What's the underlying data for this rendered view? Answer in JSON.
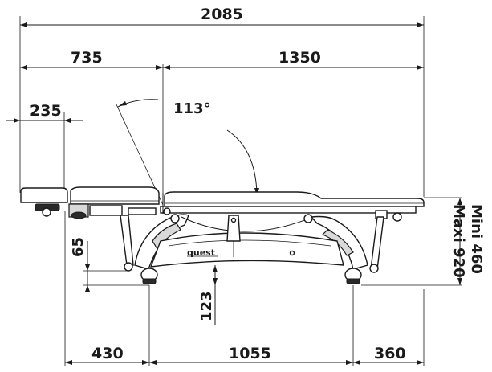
{
  "dimensions": {
    "total_length": "2085",
    "head_section": "735",
    "main_section": "1350",
    "headrest": "235",
    "angle": "113°",
    "foot_clearance": "65",
    "ground_clearance": "123",
    "left_overhang": "430",
    "wheelbase": "1055",
    "right_overhang": "360",
    "height_min": "Mini 460",
    "height_max": "Maxi 920"
  },
  "brand": "quest"
}
